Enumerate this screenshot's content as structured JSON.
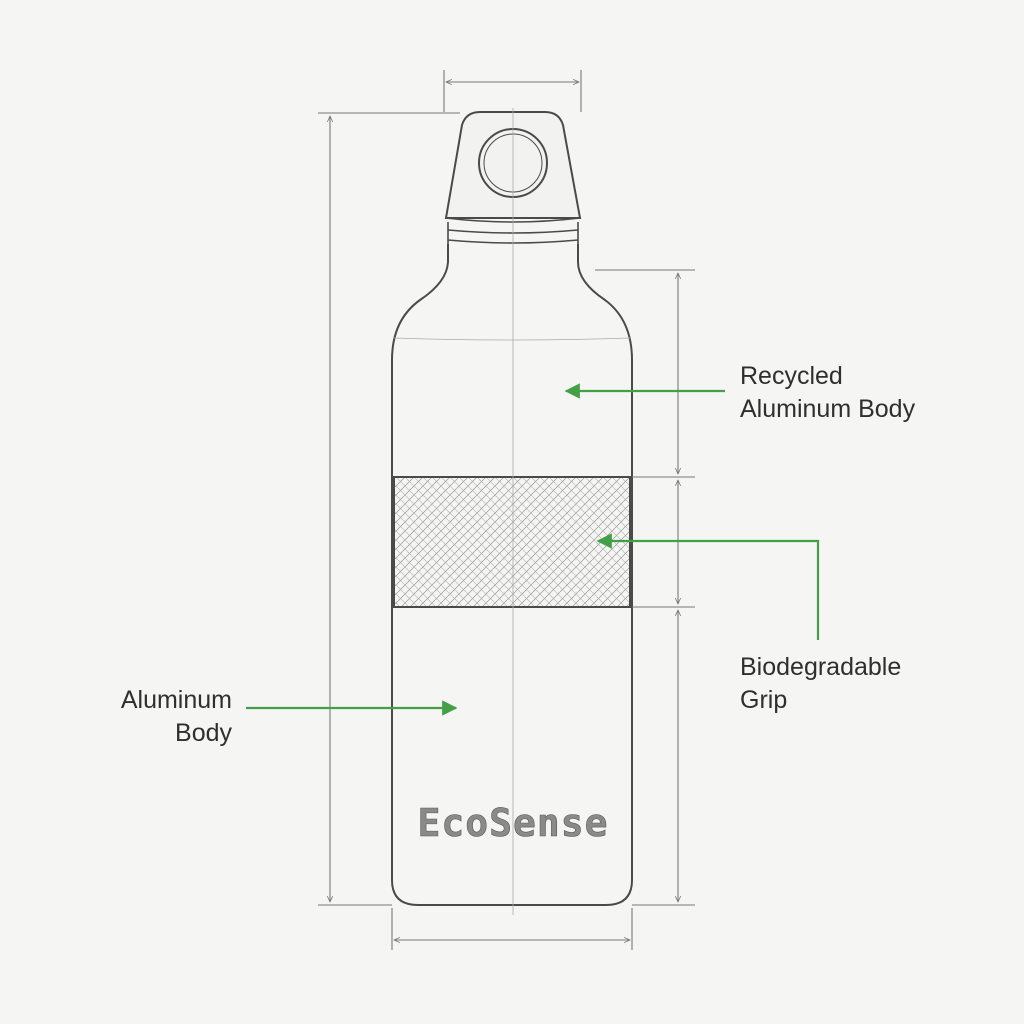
{
  "callouts": {
    "recycled_body": {
      "line1": "Recycled",
      "line2": "Aluminum Body"
    },
    "grip": {
      "line1": "Biodegradable",
      "line2": "Grip"
    },
    "aluminum_body": {
      "line1": "Aluminum",
      "line2": "Body"
    }
  },
  "bottle": {
    "brand": "EcoSense"
  },
  "colors": {
    "background": "#f5f5f4",
    "sketch_line": "#4a4a4a",
    "dimension_line": "#777777",
    "callout_arrow": "#43a047",
    "label_text": "#2f2f2f",
    "logo": "#8a8a8a"
  }
}
